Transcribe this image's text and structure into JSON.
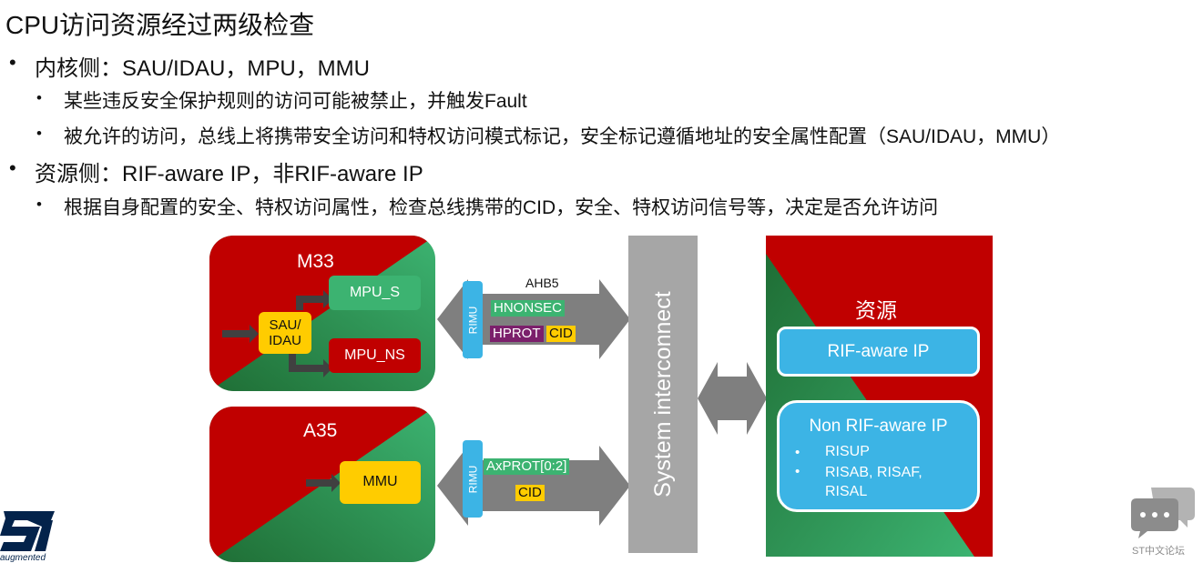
{
  "title": "CPU访问资源经过两级检查",
  "bullets": [
    {
      "text": "内核侧：SAU/IDAU，MPU，MMU",
      "subs": [
        "某些违反安全保护规则的访问可能被禁止，并触发Fault",
        "被允许的访问，总线上将携带安全访问和特权访问模式标记，安全标记遵循地址的安全属性配置（SAU/IDAU，MMU）"
      ]
    },
    {
      "text": "资源侧：RIF-aware IP，非RIF-aware IP",
      "subs": [
        "根据自身配置的安全、特权访问属性，检查总线携带的CID，安全、特权访问信号等，决定是否允许访问"
      ]
    }
  ],
  "bullet_glyph": "•",
  "diagram": {
    "m33": {
      "label": "M33",
      "sau": "SAU/\nIDAU",
      "mpu_s": "MPU_S",
      "mpu_ns": "MPU_NS"
    },
    "a35": {
      "label": "A35",
      "mmu": "MMU"
    },
    "bus_top": {
      "label": "AHB5",
      "rimu": "RIMU",
      "hnonsec": "HNONSEC",
      "hprot": "HPROT",
      "cid": "CID"
    },
    "bus_bottom": {
      "rimu": "RIMU",
      "axprot": "AxPROT[0:2]",
      "cid": "CID"
    },
    "interconnect": "System interconnect",
    "resource": {
      "title": "资源",
      "rif_aware": "RIF-aware IP",
      "non_rif": "Non RIF-aware IP",
      "non_rif_items": [
        "RISUP",
        "RISAB, RISAF,\nRISAL"
      ]
    }
  },
  "footer": {
    "logo_tagline": "augmented",
    "forum": "ST中文论坛"
  },
  "colors": {
    "red": "#c00000",
    "green": "#1f7a3a",
    "light_green": "#3cb371",
    "yellow": "#ffcc00",
    "blue": "#3cb4e5",
    "gray": "#a6a6a6",
    "arrow_gray": "#7f7f7f",
    "purple": "#7b1f6b",
    "st_navy": "#03234b"
  }
}
